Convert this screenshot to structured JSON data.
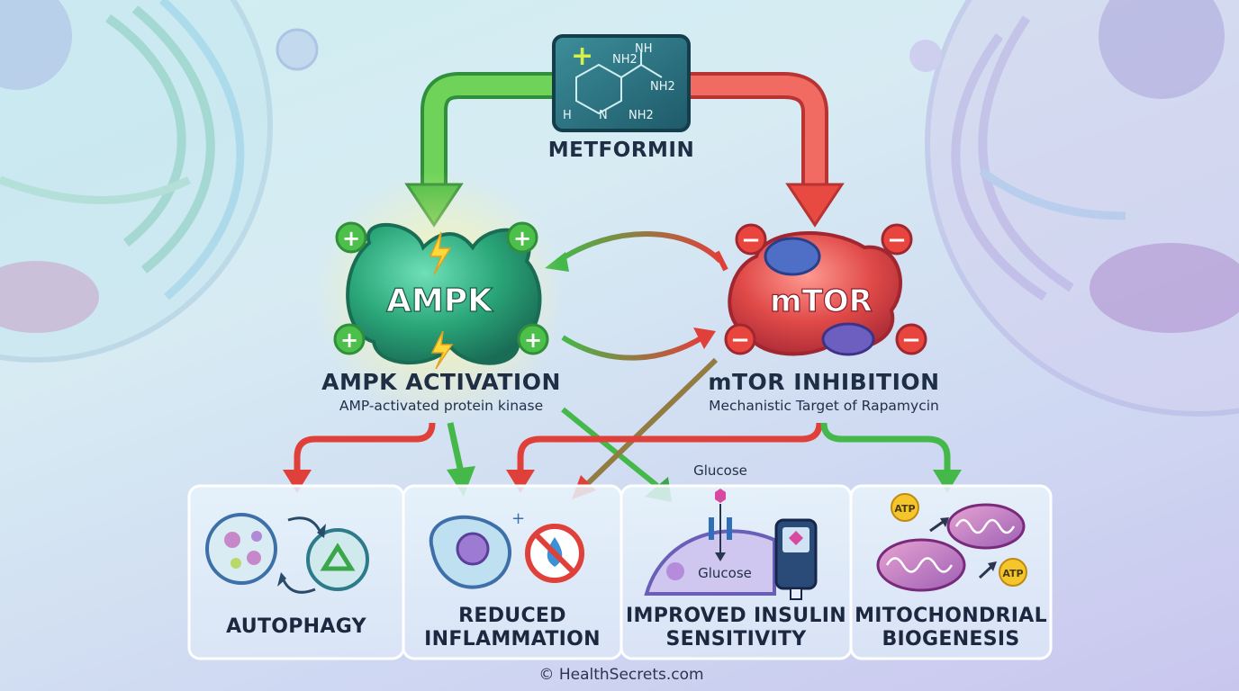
{
  "drug": {
    "name": "METFORMIN",
    "formula_labels": [
      "NH2",
      "NH",
      "NH2",
      "H",
      "N",
      "NH2"
    ]
  },
  "ampk": {
    "node_label": "AMPK",
    "title": "AMPK ACTIVATION",
    "subtitle": "AMP-activated protein kinase",
    "color": "#2fa36c"
  },
  "mtor": {
    "node_label": "mTOR",
    "title": "mTOR INHIBITION",
    "subtitle": "Mechanistic Target of Rapamycin",
    "color": "#d84a48"
  },
  "panels": [
    {
      "id": "autophagy",
      "title_lines": [
        "AUTOPHAGY"
      ]
    },
    {
      "id": "inflammation",
      "title_lines": [
        "REDUCED",
        "INFLAMMATION"
      ]
    },
    {
      "id": "insulin",
      "title_lines": [
        "IMPROVED INSULIN",
        "SENSITIVITY"
      ],
      "glucose_top": "Glucose",
      "glucose_bottom": "Glucose"
    },
    {
      "id": "mito",
      "title_lines": [
        "MITOCHONDRIAL",
        "BIOGENESIS"
      ],
      "atp_label": "ATP"
    }
  ],
  "symbols": {
    "plus": "+",
    "minus": "−"
  },
  "colors": {
    "activate_green": "#45b84a",
    "inhibit_red": "#e0403a",
    "panel_border": "#ffffff",
    "text_dark": "#1f2d45"
  },
  "footer": "© HealthSecrets.com"
}
